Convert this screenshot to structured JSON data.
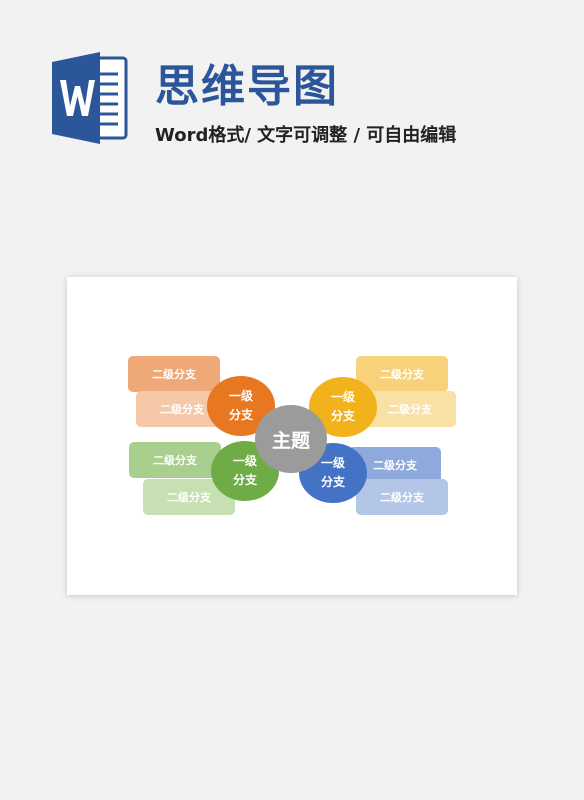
{
  "header": {
    "title": "思维导图",
    "subtitle": "Word格式/ 文字可调整 / 可自由编辑",
    "icon": "word-icon"
  },
  "mindmap": {
    "center": {
      "label": "主题",
      "color": "#9b9b9b"
    },
    "branches": [
      {
        "id": "orange",
        "primary": [
          "一级",
          "分支"
        ],
        "color": "#e87722",
        "secondary": [
          {
            "label": "二级分支",
            "color": "#efa877"
          },
          {
            "label": "二级分支",
            "color": "#f5c9a8"
          }
        ]
      },
      {
        "id": "yellow",
        "primary": [
          "一级",
          "分支"
        ],
        "color": "#f2b21c",
        "secondary": [
          {
            "label": "二级分支",
            "color": "#f7d27a"
          },
          {
            "label": "二级分支",
            "color": "#f9e1a6"
          }
        ]
      },
      {
        "id": "green",
        "primary": [
          "一级",
          "分支"
        ],
        "color": "#6fac46",
        "secondary": [
          {
            "label": "二级分支",
            "color": "#a8cf8e"
          },
          {
            "label": "二级分支",
            "color": "#c6e0b4"
          }
        ]
      },
      {
        "id": "blue",
        "primary": [
          "一级",
          "分支"
        ],
        "color": "#4472c4",
        "secondary": [
          {
            "label": "二级分支",
            "color": "#8ea9db"
          },
          {
            "label": "二级分支",
            "color": "#b4c6e7"
          }
        ]
      }
    ]
  }
}
